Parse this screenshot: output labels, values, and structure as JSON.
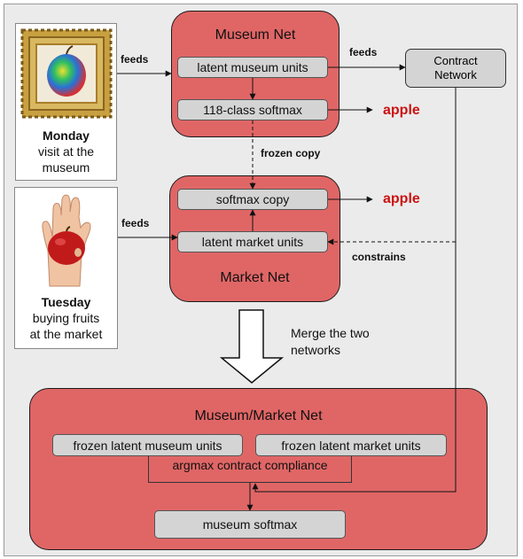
{
  "monday": {
    "day": "Monday",
    "caption": [
      "visit at the",
      "museum"
    ]
  },
  "tuesday": {
    "day": "Tuesday",
    "caption": [
      "buying fruits",
      "at the market"
    ]
  },
  "museum_net": {
    "title": "Museum Net",
    "latent": "latent museum units",
    "softmax": "118-class softmax",
    "output": "apple"
  },
  "market_net": {
    "title": "Market Net",
    "softmax": "softmax copy",
    "latent": "latent market units",
    "output": "apple"
  },
  "contract_network": [
    "Contract",
    "Network"
  ],
  "edges": {
    "feeds_museum": "feeds",
    "feeds_contract": "feeds",
    "feeds_market": "feeds",
    "frozen_copy": "frozen copy",
    "constrains": "constrains"
  },
  "merge_label": [
    "Merge the two",
    "networks"
  ],
  "merged_net": {
    "title": "Museum/Market Net",
    "frozen_museum": "frozen latent museum units",
    "frozen_market": "frozen latent market units",
    "argmax": "argmax contract compliance",
    "softmax": "museum softmax"
  },
  "icons": [
    "framed-apple-painting",
    "hand-holding-apple"
  ],
  "colors": {
    "net_fill": "#e06666",
    "unit_fill": "#d4d4d4",
    "apple_text": "#cc1111"
  }
}
